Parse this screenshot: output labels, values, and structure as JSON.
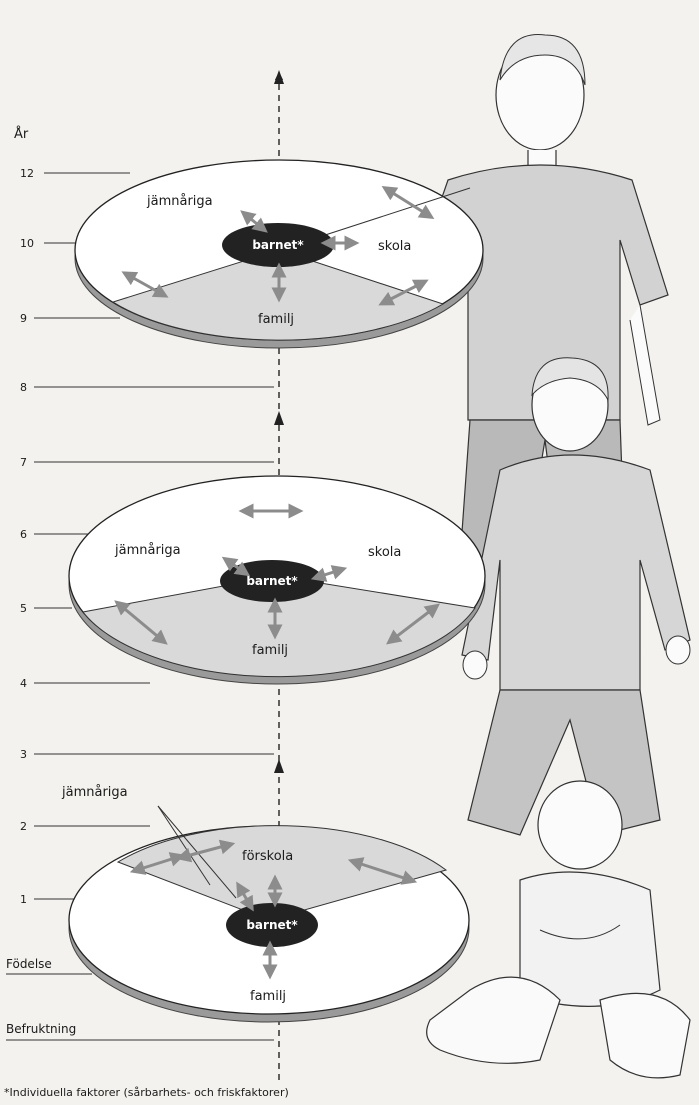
{
  "axis": {
    "title": "År",
    "ticks": [
      "12",
      "10",
      "9",
      "8",
      "7",
      "6",
      "5",
      "4",
      "3",
      "2",
      "1",
      "Födelse",
      "Befruktning"
    ]
  },
  "discs": [
    {
      "center": "barnet*",
      "sectors": [
        "jämnåriga",
        "skola",
        "familj"
      ]
    },
    {
      "center": "barnet*",
      "sectors": [
        "jämnåriga",
        "skola",
        "familj"
      ]
    },
    {
      "center": "barnet*",
      "sectors": [
        "jämnåriga",
        "förskola",
        "familj"
      ]
    }
  ],
  "footnote": "*Individuella faktorer (sårbarhets- och friskfaktorer)",
  "colors": {
    "disc_top": "#ffffff",
    "disc_shade": "#d9d9d9",
    "disc_edge": "#8a8a8a",
    "center": "#222222",
    "arrow": "#8c8c8c",
    "figure_shirt": "#d2d2d2",
    "figure_pants": "#b9b9b9"
  },
  "icons": [
    "teen-figure-illustration",
    "child-figure-illustration",
    "baby-figure-illustration"
  ]
}
